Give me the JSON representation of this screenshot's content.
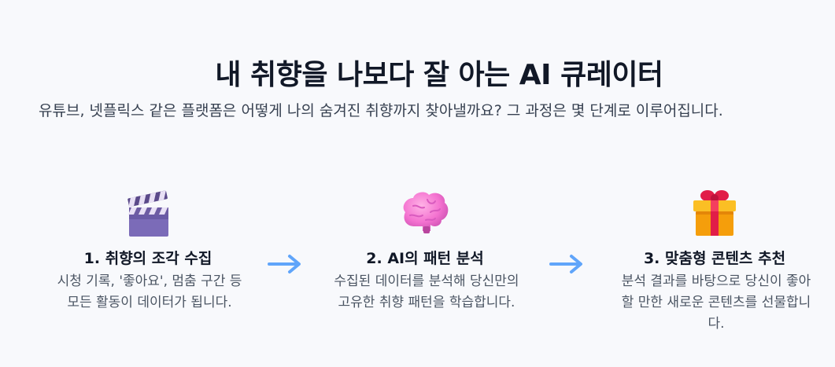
{
  "header": {
    "title": "내 취향을 나보다 잘 아는 AI 큐레이터",
    "subtitle": "유튜브, 넷플릭스 같은 플랫폼은 어떻게 나의 숨겨진 취향까지 찾아낼까요? 그 과정은 몇 단계로 이루어집니다."
  },
  "steps": [
    {
      "icon": "clapperboard-icon",
      "title": "1. 취향의 조각 수집",
      "description": "시청 기록, '좋아요', 멈춤 구간 등 모든 활동이 데이터가 됩니다."
    },
    {
      "icon": "brain-icon",
      "title": "2. AI의 패턴 분석",
      "description": "수집된 데이터를 분석해 당신만의 고유한 취향 패턴을 학습합니다."
    },
    {
      "icon": "gift-icon",
      "title": "3. 맞춤형 콘텐츠 추천",
      "description": "분석 결과를 바탕으로 당신이 좋아할 만한 새로운 콘텐츠를 선물합니다."
    }
  ],
  "colors": {
    "background": "#f8f9fc",
    "arrow": "#60a5fa",
    "title": "#111827",
    "body_text": "#4b5563"
  }
}
